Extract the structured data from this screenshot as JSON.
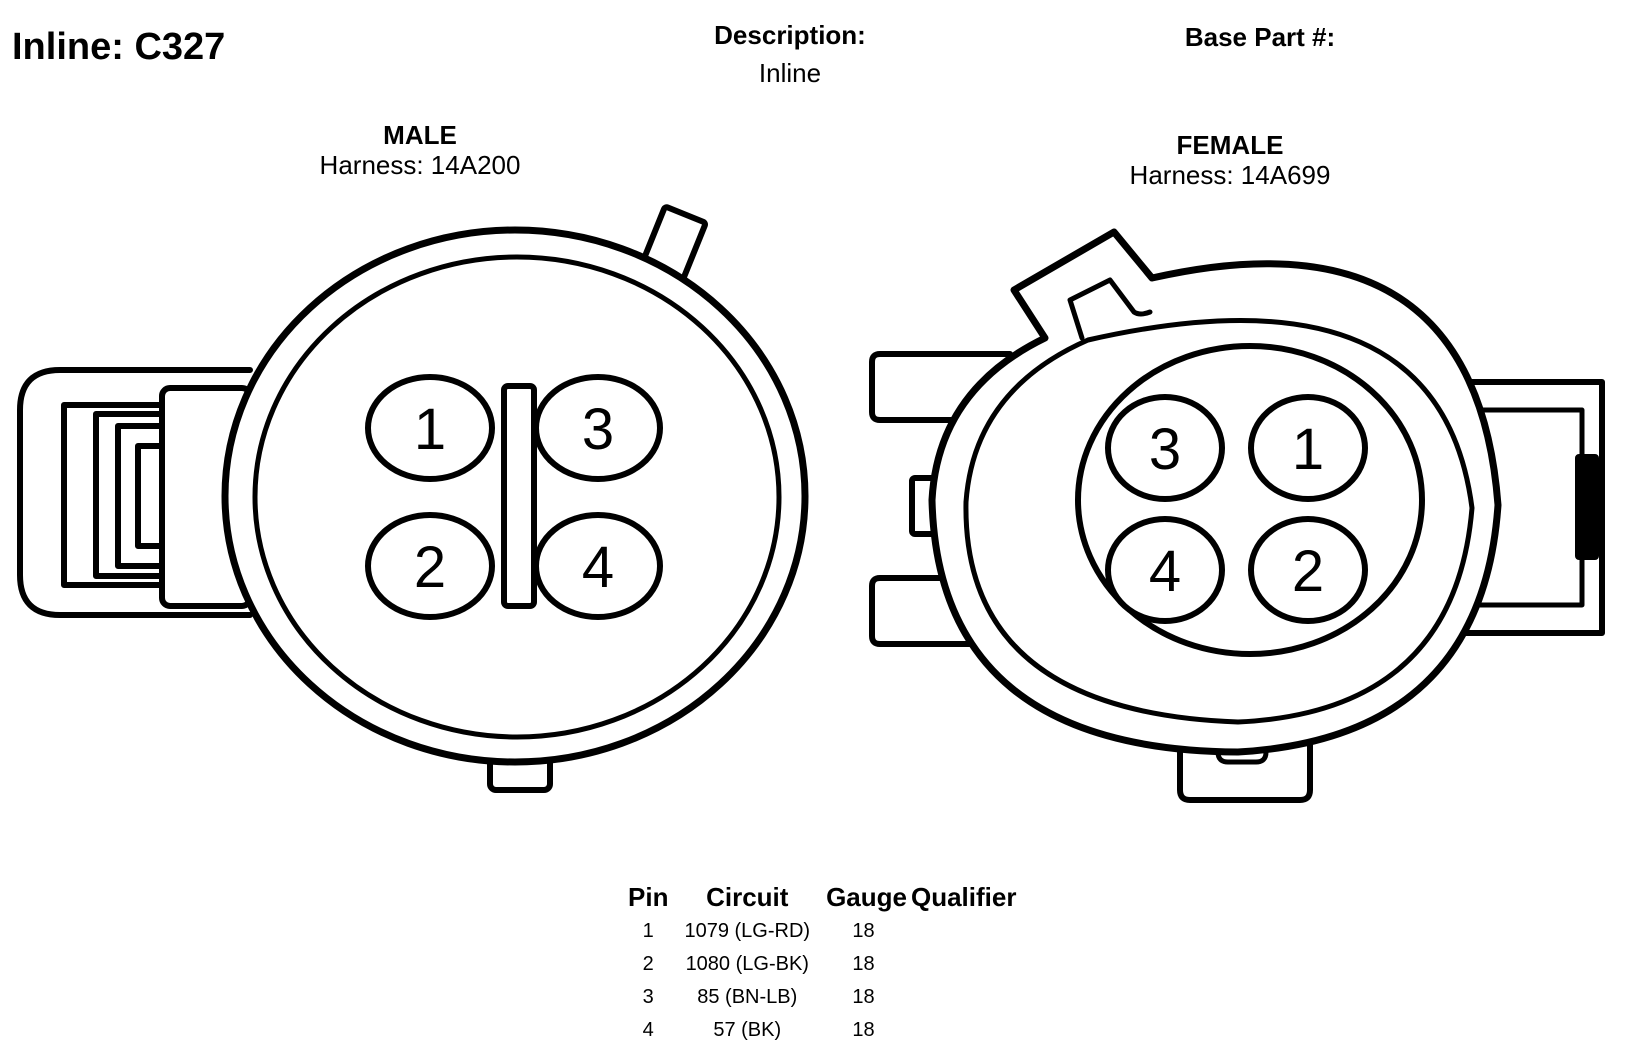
{
  "title": "Inline: C327",
  "description": {
    "label": "Description:",
    "value": "Inline"
  },
  "base_part": {
    "label": "Base Part #:",
    "value": ""
  },
  "male": {
    "label": "MALE",
    "harness": "Harness: 14A200",
    "pins": [
      "1",
      "2",
      "3",
      "4"
    ]
  },
  "female": {
    "label": "FEMALE",
    "harness": "Harness: 14A699",
    "pins": [
      "1",
      "2",
      "3",
      "4"
    ]
  },
  "pin_table": {
    "headers": [
      "Pin",
      "Circuit",
      "Gauge",
      "Qualifier"
    ],
    "rows": [
      {
        "pin": "1",
        "circuit": "1079 (LG-RD)",
        "gauge": "18",
        "qualifier": ""
      },
      {
        "pin": "2",
        "circuit": "1080 (LG-BK)",
        "gauge": "18",
        "qualifier": ""
      },
      {
        "pin": "3",
        "circuit": "85 (BN-LB)",
        "gauge": "18",
        "qualifier": ""
      },
      {
        "pin": "4",
        "circuit": "57 (BK)",
        "gauge": "18",
        "qualifier": ""
      }
    ]
  }
}
